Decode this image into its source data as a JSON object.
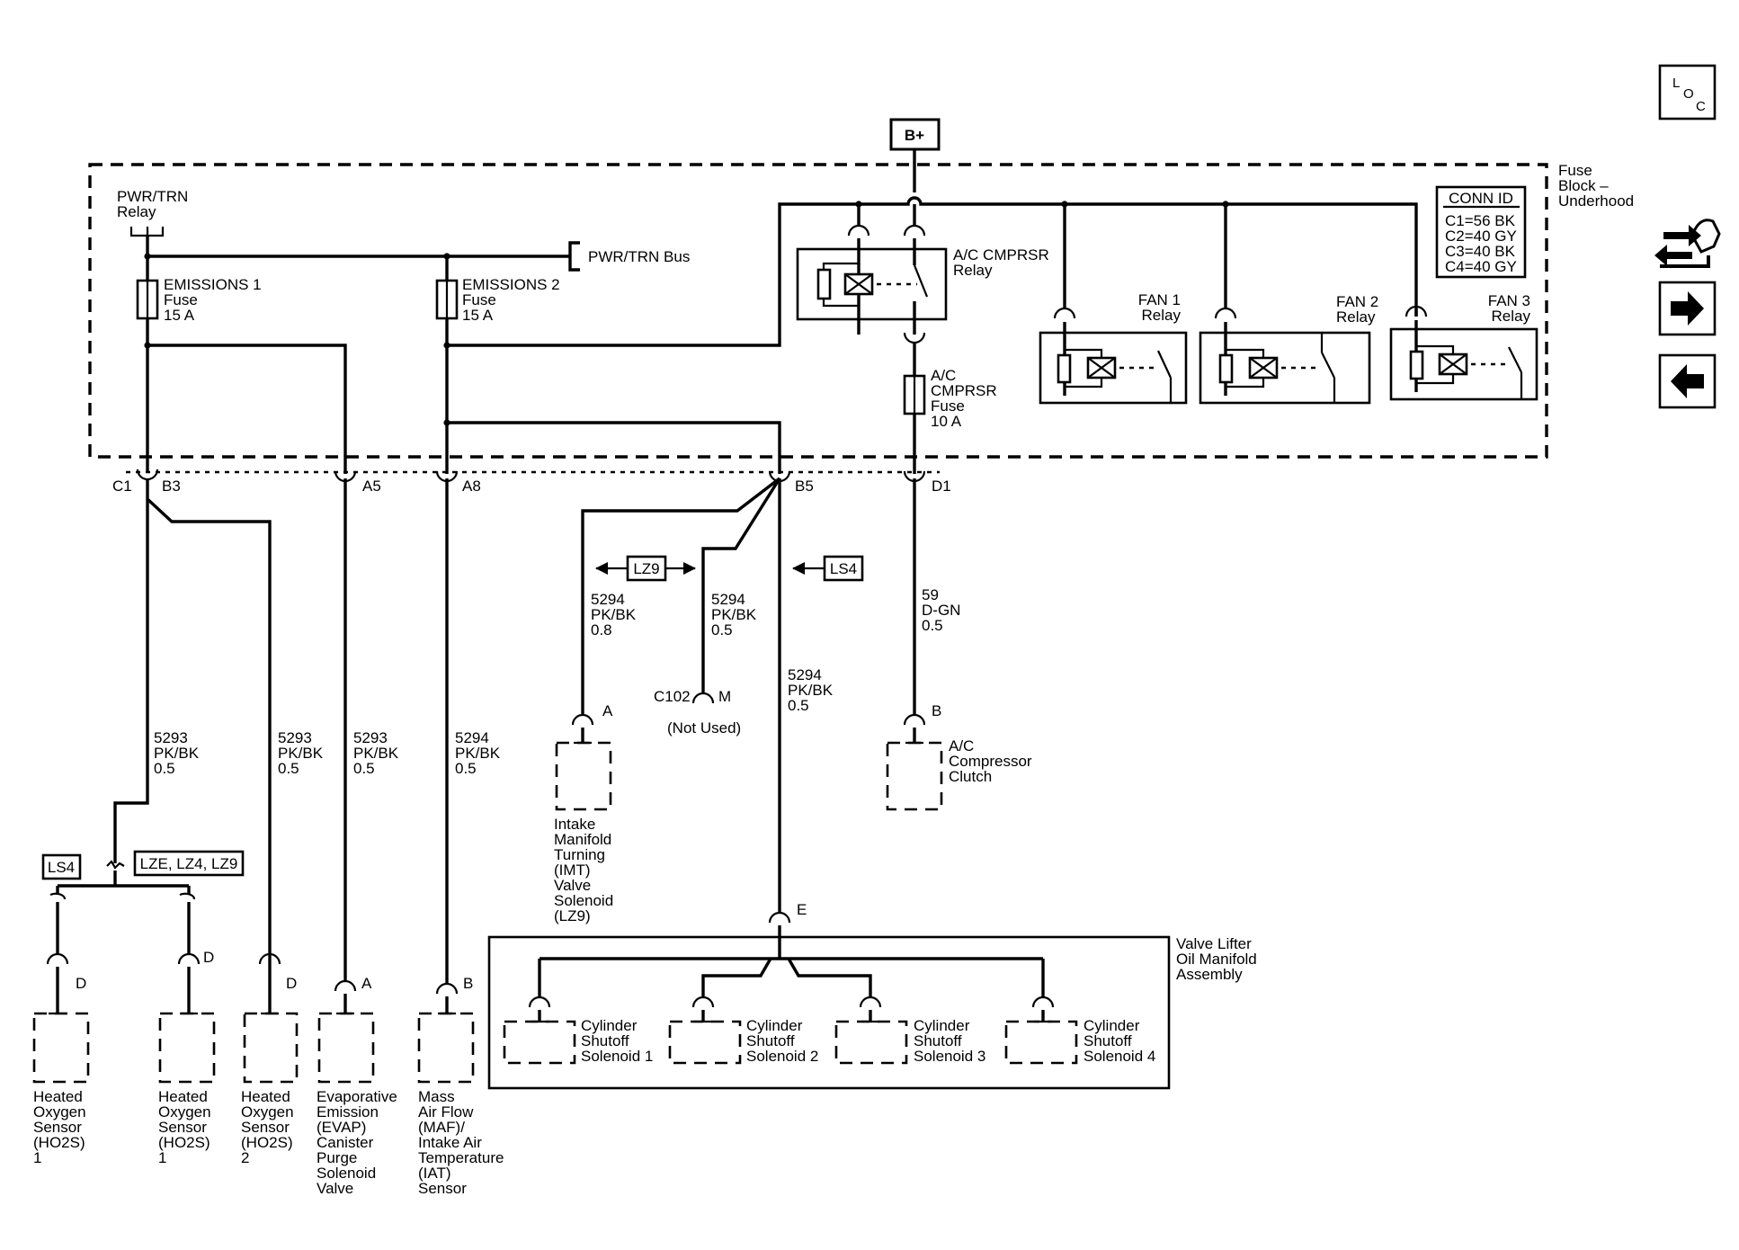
{
  "power": {
    "bplus": "B+"
  },
  "fuse_block": {
    "label": [
      "Fuse",
      "Block –",
      "Underhood"
    ]
  },
  "conn_id": {
    "title": "CONN ID",
    "rows": [
      "C1=56 BK",
      "C2=40 GY",
      "C3=40 BK",
      "C4=40 GY"
    ]
  },
  "nav": {
    "loc": [
      "L",
      "O",
      "C"
    ]
  },
  "relays": {
    "pwr_trn": [
      "PWR/TRN",
      "Relay"
    ],
    "pwr_trn_bus": "PWR/TRN Bus",
    "ac_cmprsr": [
      "A/C CMPRSR",
      "Relay"
    ],
    "fan1": [
      "FAN 1",
      "Relay"
    ],
    "fan2": [
      "FAN 2",
      "Relay"
    ],
    "fan3": [
      "FAN 3",
      "Relay"
    ]
  },
  "fuses": {
    "emissions1": [
      "EMISSIONS 1",
      "Fuse",
      "15 A"
    ],
    "emissions2": [
      "EMISSIONS 2",
      "Fuse",
      "15 A"
    ],
    "ac_cmprsr": [
      "A/C",
      "CMPRSR",
      "Fuse",
      "10 A"
    ]
  },
  "pins": {
    "c1": "C1",
    "b3": "B3",
    "a5": "A5",
    "a8": "A8",
    "b5": "B5",
    "d1": "D1"
  },
  "options": {
    "lz9": "LZ9",
    "ls4_top": "LS4",
    "ls4_left": "LS4",
    "lze": "LZE, LZ4, LZ9"
  },
  "wires": {
    "w1": [
      "5293",
      "PK/BK",
      "0.5"
    ],
    "w2": [
      "5293",
      "PK/BK",
      "0.5"
    ],
    "w3": [
      "5293",
      "PK/BK",
      "0.5"
    ],
    "w4": [
      "5294",
      "PK/BK",
      "0.5"
    ],
    "w5": [
      "5294",
      "PK/BK",
      "0.8"
    ],
    "w6": [
      "5294",
      "PK/BK",
      "0.5"
    ],
    "w7": [
      "5294",
      "PK/BK",
      "0.5"
    ],
    "w8": [
      "59",
      "D-GN",
      "0.5"
    ]
  },
  "c102": {
    "name": "C102",
    "pin": "M",
    "note": "(Not Used)"
  },
  "terminals": {
    "imt": "A",
    "ac_clutch": "B",
    "vlom": "E",
    "ho2s1a": "D",
    "ho2s1b": "D",
    "ho2s2": "D",
    "evap": "A",
    "maf": "B"
  },
  "components": {
    "imt": [
      "Intake",
      "Manifold",
      "Turning",
      "(IMT)",
      "Valve",
      "Solenoid",
      "(LZ9)"
    ],
    "ac_clutch": [
      "A/C",
      "Compressor",
      "Clutch"
    ],
    "vlom": [
      "Valve Lifter",
      "Oil Manifold",
      "Assembly"
    ],
    "cyl1": [
      "Cylinder",
      "Shutoff",
      "Solenoid 1"
    ],
    "cyl2": [
      "Cylinder",
      "Shutoff",
      "Solenoid 2"
    ],
    "cyl3": [
      "Cylinder",
      "Shutoff",
      "Solenoid 3"
    ],
    "cyl4": [
      "Cylinder",
      "Shutoff",
      "Solenoid 4"
    ],
    "ho2s1a": [
      "Heated",
      "Oxygen",
      "Sensor",
      "(HO2S)",
      "1"
    ],
    "ho2s1b": [
      "Heated",
      "Oxygen",
      "Sensor",
      "(HO2S)",
      "1"
    ],
    "ho2s2": [
      "Heated",
      "Oxygen",
      "Sensor",
      "(HO2S)",
      "2"
    ],
    "evap": [
      "Evaporative",
      "Emission",
      "(EVAP)",
      "Canister",
      "Purge",
      "Solenoid",
      "Valve"
    ],
    "maf": [
      "Mass",
      "Air Flow",
      "(MAF)/",
      "Intake Air",
      "Temperature",
      "(IAT)",
      "Sensor"
    ]
  }
}
